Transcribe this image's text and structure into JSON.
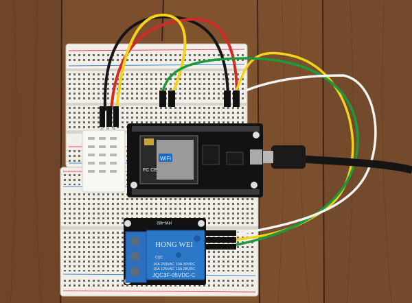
{
  "scene": {
    "description_free": true,
    "colors": {
      "wood": "#7b4f2e",
      "breadboard": "#f2efe8",
      "pcb": "#121212",
      "relay": "#2c78c8",
      "wire_red": "#d42a25",
      "wire_yellow": "#f2d21b",
      "wire_green": "#1c9a3c",
      "wire_white": "#f4f4f4",
      "wire_black": "#151515"
    }
  },
  "relay": {
    "board_label": "HW-482",
    "brand": "HONG WEI",
    "rating_line_1": "10A 250VAC  10A  30VDC",
    "rating_line_2": "10A 125VAC  10A  28VDC",
    "model": "JQC3F-05VDC-C",
    "cert_mark": "CQC"
  },
  "nodemcu": {
    "wifi_label": "WiFi",
    "fcc_mark": "FC CE"
  }
}
